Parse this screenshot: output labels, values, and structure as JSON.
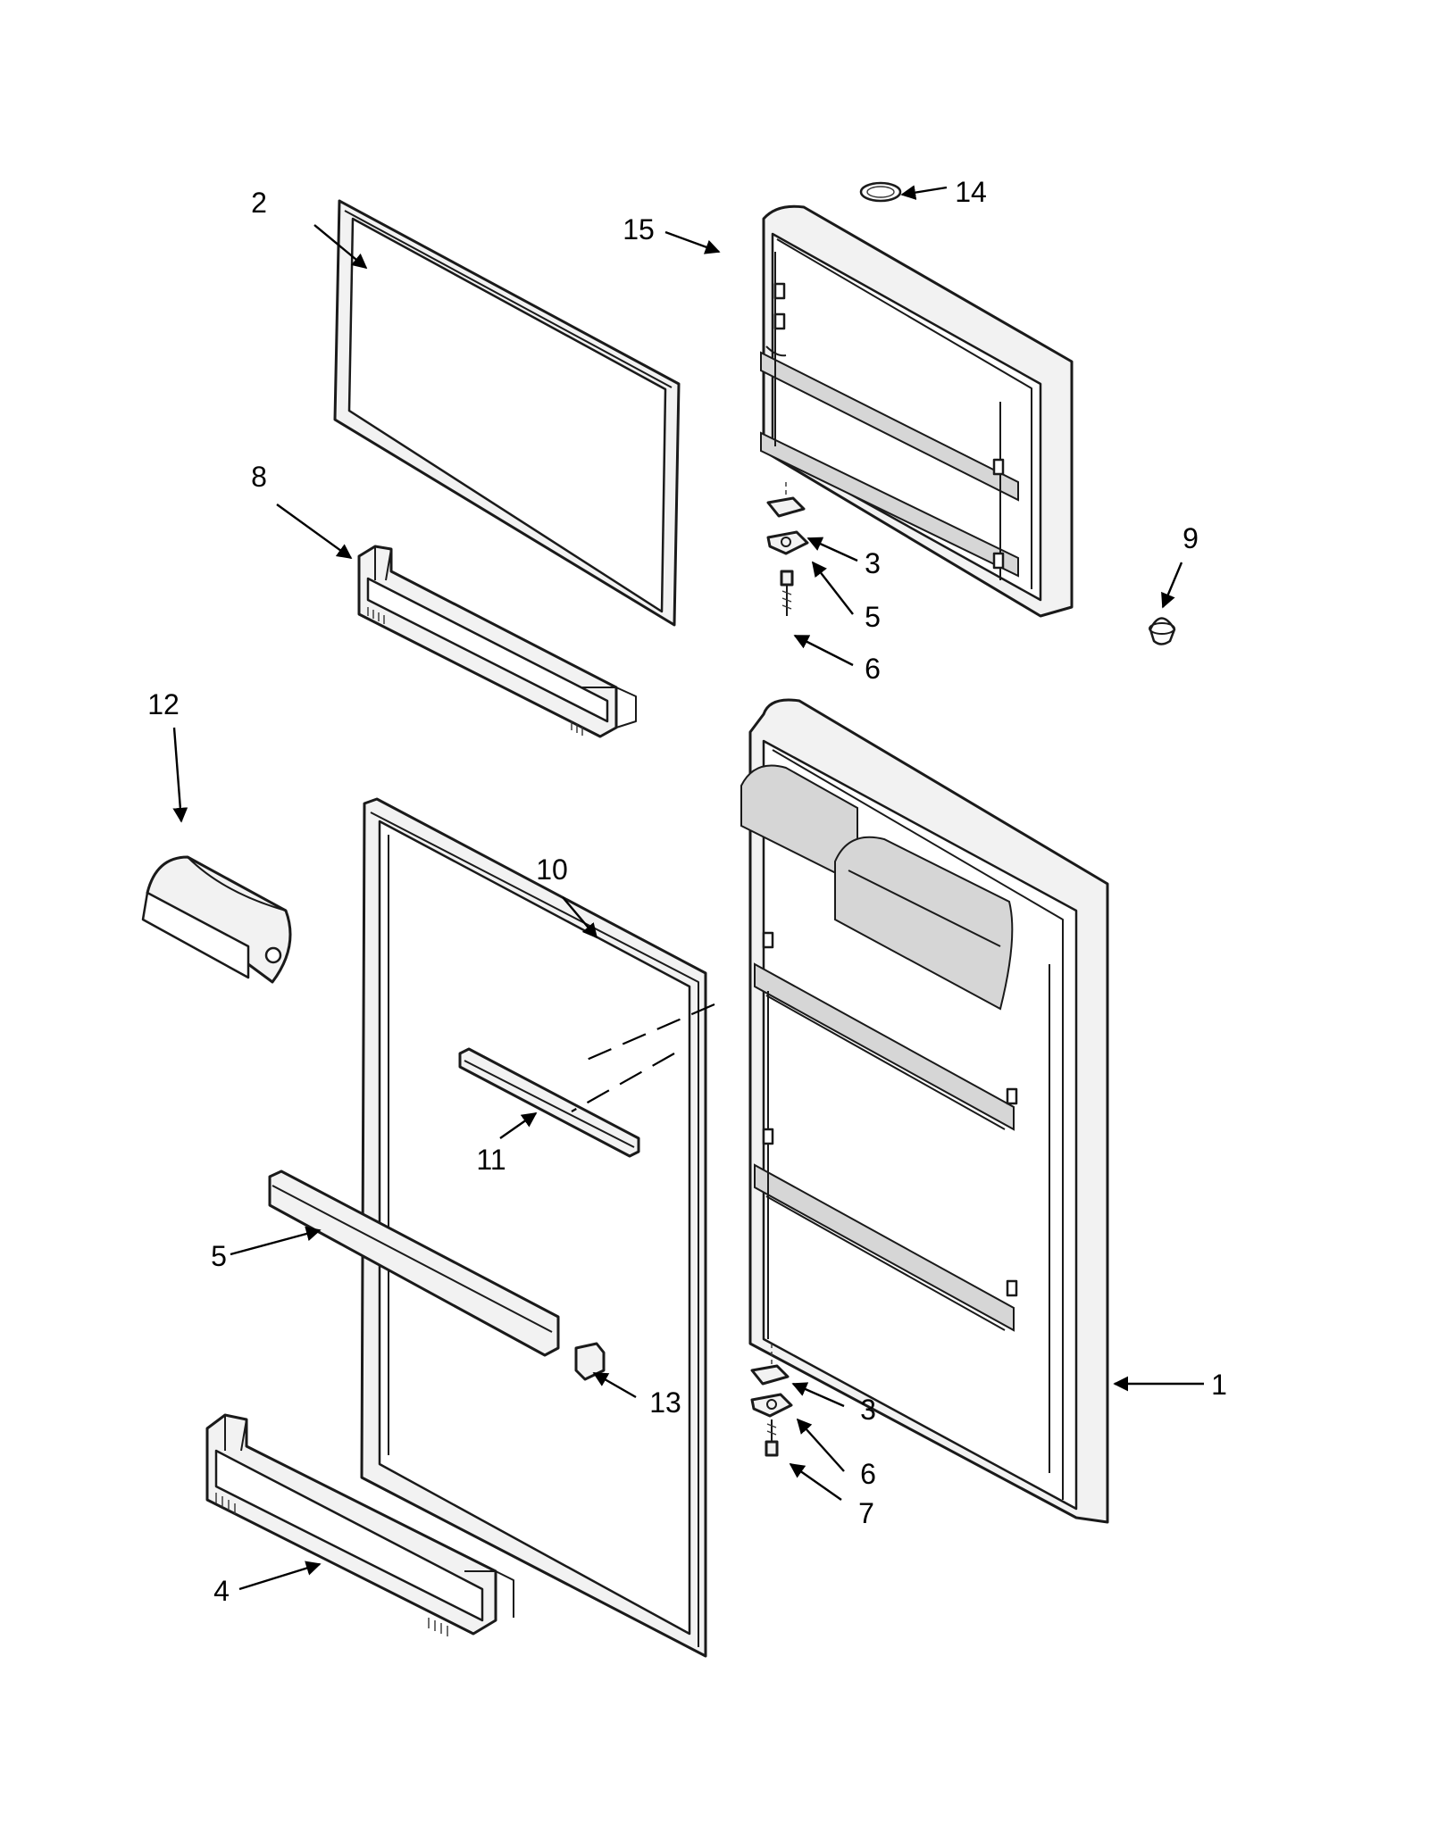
{
  "diagram": {
    "type": "exploded-parts-view",
    "callouts": [
      {
        "id": "c1",
        "label": "1"
      },
      {
        "id": "c2",
        "label": "2"
      },
      {
        "id": "c3a",
        "label": "3"
      },
      {
        "id": "c3b",
        "label": "3"
      },
      {
        "id": "c4",
        "label": "4"
      },
      {
        "id": "c5a",
        "label": "5"
      },
      {
        "id": "c5b",
        "label": "5"
      },
      {
        "id": "c6a",
        "label": "6"
      },
      {
        "id": "c6b",
        "label": "6"
      },
      {
        "id": "c7",
        "label": "7"
      },
      {
        "id": "c8",
        "label": "8"
      },
      {
        "id": "c9",
        "label": "9"
      },
      {
        "id": "c10",
        "label": "10"
      },
      {
        "id": "c11",
        "label": "11"
      },
      {
        "id": "c12",
        "label": "12"
      },
      {
        "id": "c13",
        "label": "13"
      },
      {
        "id": "c14",
        "label": "14"
      },
      {
        "id": "c15",
        "label": "15"
      }
    ]
  }
}
